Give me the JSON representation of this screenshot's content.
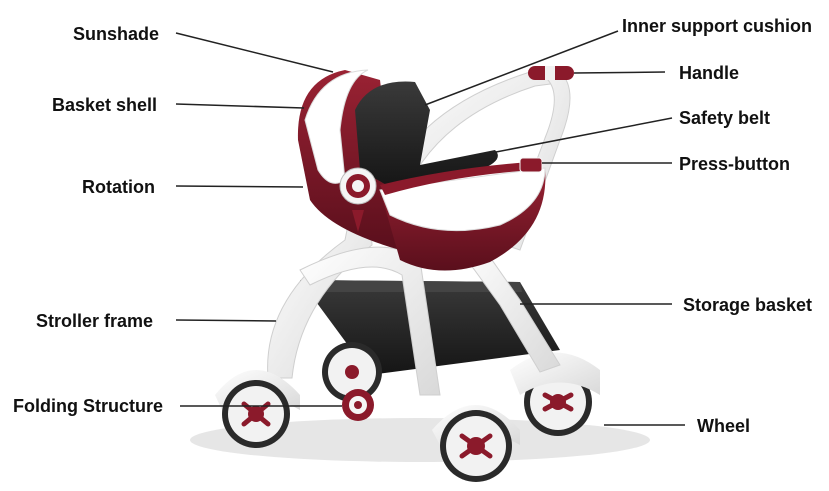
{
  "labels": {
    "sunshade": "Sunshade",
    "basket_shell": "Basket shell",
    "rotation": "Rotation",
    "stroller_frame": "Stroller frame",
    "folding_structure": "Folding Structure",
    "inner_support_cushion": "Inner support cushion",
    "handle": "Handle",
    "safety_belt": "Safety belt",
    "press_button": "Press-button",
    "storage_basket": "Storage basket",
    "wheel": "Wheel"
  },
  "colors": {
    "accent_red": "#8b1a2b",
    "dark_red": "#5a0f1c",
    "frame_white": "#f3f3f3",
    "seat_black": "#1c1c1c",
    "leader_line": "#222222"
  }
}
